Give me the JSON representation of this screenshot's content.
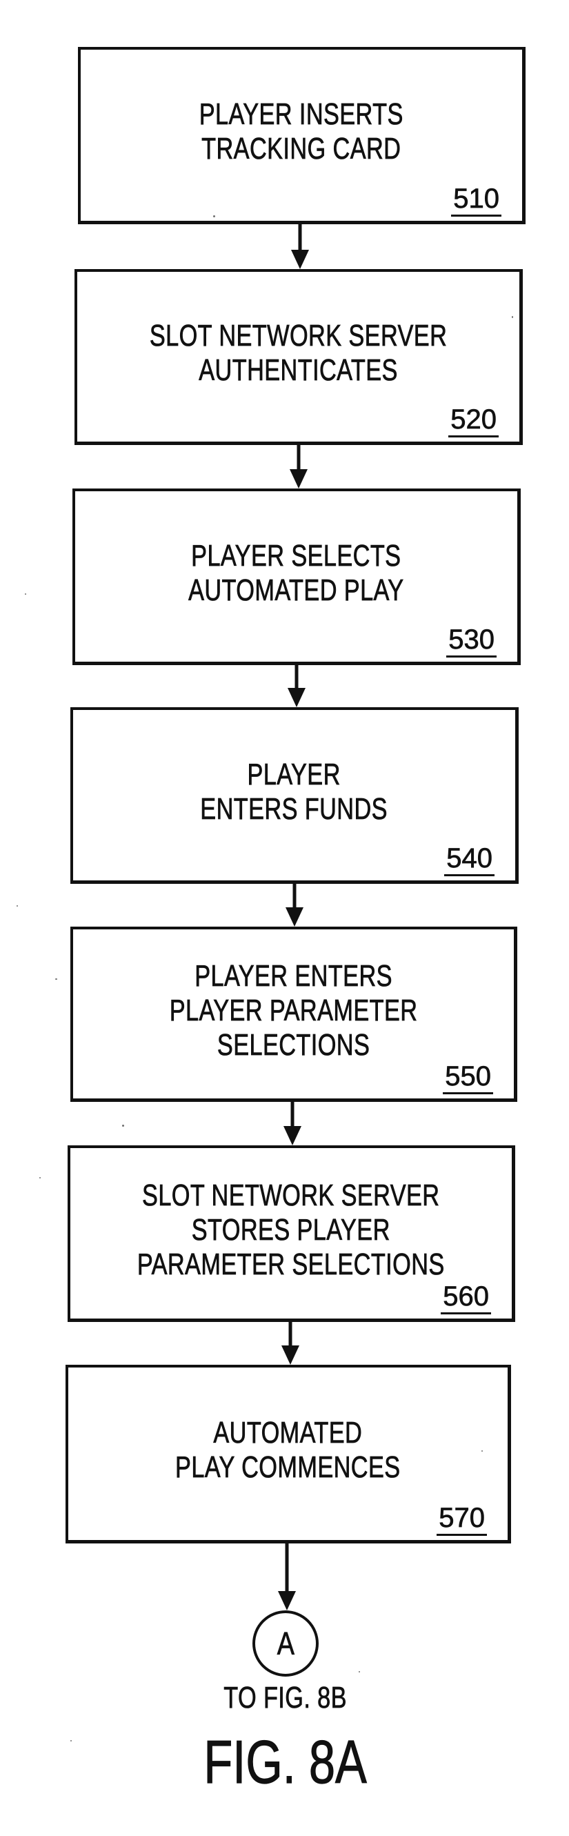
{
  "figure": {
    "caption": "FIG. 8A",
    "offpage_connector": {
      "label": "A",
      "note": "TO FIG. 8B"
    }
  },
  "flow": {
    "steps": [
      {
        "ref": "510",
        "lines": [
          "PLAYER INSERTS",
          "TRACKING CARD"
        ]
      },
      {
        "ref": "520",
        "lines": [
          "SLOT NETWORK SERVER",
          "AUTHENTICATES"
        ]
      },
      {
        "ref": "530",
        "lines": [
          "PLAYER SELECTS",
          "AUTOMATED PLAY"
        ]
      },
      {
        "ref": "540",
        "lines": [
          "PLAYER",
          "ENTERS FUNDS"
        ]
      },
      {
        "ref": "550",
        "lines": [
          "PLAYER ENTERS",
          "PLAYER PARAMETER",
          "SELECTIONS"
        ]
      },
      {
        "ref": "560",
        "lines": [
          "SLOT NETWORK SERVER",
          "STORES PLAYER",
          "PARAMETER SELECTIONS"
        ]
      },
      {
        "ref": "570",
        "lines": [
          "AUTOMATED",
          "PLAY COMMENCES"
        ]
      }
    ]
  },
  "colors": {
    "ink": "#111111",
    "paper": "#ffffff"
  }
}
